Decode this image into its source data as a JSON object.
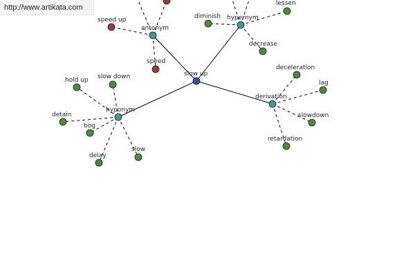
{
  "site_url": "http://www.artikata.com",
  "colors": {
    "background": "#ffffff",
    "edge": "#000000",
    "center_node": "#3a4f9a",
    "relation_node": "#3f9a97",
    "word_node": "#4d8a3c",
    "antonym_word_node": "#a33a3a",
    "node_outline": "#1a1a1a"
  },
  "graph": {
    "center": {
      "id": "center",
      "label": "slow up",
      "kind": "center"
    },
    "relations": [
      {
        "id": "antonym",
        "label": "antonym",
        "kind": "relation"
      },
      {
        "id": "hypernym",
        "label": "hypernym",
        "kind": "relation"
      },
      {
        "id": "hyponym",
        "label": "hyponym",
        "kind": "relation"
      },
      {
        "id": "derivation",
        "label": "derivation",
        "kind": "relation"
      }
    ],
    "words": [
      {
        "id": "speed-up",
        "label": "speed up",
        "parent": "antonym",
        "kind": "antonym-word"
      },
      {
        "id": "speed",
        "label": "speed",
        "parent": "antonym",
        "kind": "antonym-word"
      },
      {
        "id": "antonym-offscreen-1",
        "label": "",
        "parent": "antonym",
        "kind": "antonym-word"
      },
      {
        "id": "antonym-offscreen-2",
        "label": "",
        "parent": "antonym",
        "kind": "antonym-word"
      },
      {
        "id": "diminish",
        "label": "diminish",
        "parent": "hypernym",
        "kind": "word"
      },
      {
        "id": "lessen",
        "label": "lessen",
        "parent": "hypernym",
        "kind": "word"
      },
      {
        "id": "decrease",
        "label": "decrease",
        "parent": "hypernym",
        "kind": "word"
      },
      {
        "id": "hypernym-offscreen-1",
        "label": "",
        "parent": "hypernym",
        "kind": "word"
      },
      {
        "id": "hypernym-offscreen-2",
        "label": "",
        "parent": "hypernym",
        "kind": "word"
      },
      {
        "id": "hold-up",
        "label": "hold up",
        "parent": "hyponym",
        "kind": "word"
      },
      {
        "id": "slow-down",
        "label": "slow down",
        "parent": "hyponym",
        "kind": "word"
      },
      {
        "id": "detain",
        "label": "detain",
        "parent": "hyponym",
        "kind": "word"
      },
      {
        "id": "bog",
        "label": "bog",
        "parent": "hyponym",
        "kind": "word"
      },
      {
        "id": "delay",
        "label": "delay",
        "parent": "hyponym",
        "kind": "word"
      },
      {
        "id": "slow",
        "label": "slow",
        "parent": "hyponym",
        "kind": "word"
      },
      {
        "id": "deceleration",
        "label": "deceleration",
        "parent": "derivation",
        "kind": "word"
      },
      {
        "id": "lag",
        "label": "lag",
        "parent": "derivation",
        "kind": "word"
      },
      {
        "id": "slowdown",
        "label": "slowdown",
        "parent": "derivation",
        "kind": "word"
      },
      {
        "id": "retardation",
        "label": "retardation",
        "parent": "derivation",
        "kind": "word"
      }
    ]
  }
}
